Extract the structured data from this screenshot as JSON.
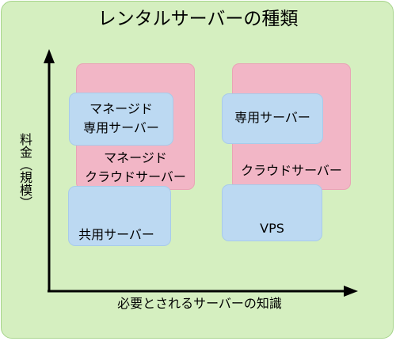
{
  "diagram": {
    "title": "レンタルサーバーの種類",
    "y_axis_label": "料金（規模）",
    "x_axis_label": "必要とされるサーバーの知識",
    "boxes": {
      "managed_cloud": "マネージド\nクラウドサーバー",
      "managed_dedicated": "マネージド\n専用サーバー",
      "shared": "共用サーバー",
      "cloud": "クラウドサーバー",
      "dedicated": "専用サーバー",
      "vps": "VPS"
    },
    "colors": {
      "background": "#d5efc0",
      "pink_box": "#f2b6c6",
      "blue_box": "#bcd9f2",
      "axis": "#000000"
    }
  }
}
